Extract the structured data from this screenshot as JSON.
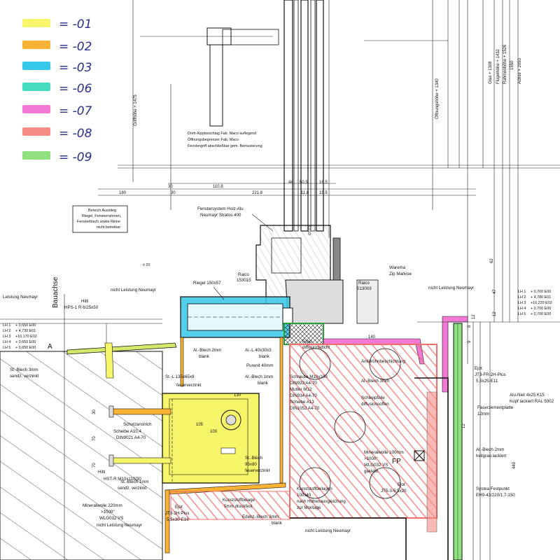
{
  "legend": [
    {
      "code": "= -01",
      "color": "#f7f56a"
    },
    {
      "code": "= -02",
      "color": "#f9b233"
    },
    {
      "code": "= -03",
      "color": "#35c8e8"
    },
    {
      "code": "= -06",
      "color": "#45dcc0"
    },
    {
      "code": "= -07",
      "color": "#f27ad6"
    },
    {
      "code": "= -08",
      "color": "#f58d86"
    },
    {
      "code": "= -09",
      "color": "#8fe07e"
    }
  ],
  "labels": {
    "beschlag": [
      "Dreh-Kippbeschlag Fab. Maco auflegend",
      "Öffnungsbegrenzer Fab. Maco",
      "Fenstergriff abschließbar gem. Bemusterung"
    ],
    "fenstersystem": [
      "Fenstersystem Holz-Alu",
      "Neumayr Stratos 400"
    ],
    "ausstieg": [
      "Bereich Ausstieg",
      "Riegel, Fensterrahmen,",
      "Fensterblech sowie Rinne",
      "nicht betreibar"
    ],
    "riegel": "Riegel 150x57",
    "raico_a": [
      "Raico",
      "153015"
    ],
    "raico_b": [
      "Raico",
      "013003"
    ],
    "warema": [
      "Warema",
      "Zip Markise"
    ],
    "nicht_leistung": "nicht Leistung Neumayr",
    "leistung": "Leistung Neumayr",
    "bauachse": "Bauachse",
    "hilti_top": [
      "Hilti",
      "HPS-1 R 6/25x50"
    ],
    "al_blech_2": [
      "Al.-Blech 2mm",
      "blank"
    ],
    "al_l": [
      "Al.-L 40x30x3",
      "blank"
    ],
    "purenit": "Purenit 40mm",
    "al_blech_1": [
      "Al.-Blech 1mm",
      "blank"
    ],
    "folie": [
      "Folie",
      "diffusionsdicht"
    ],
    "antidroehn": "Antidröhnbeschichtung",
    "st_blech_3": [
      "St.-Blech 3mm",
      "sendz. verzinkt"
    ],
    "st_l": [
      "St.-L 135x65x8",
      "feuerverzinkt"
    ],
    "schraube": [
      "Schraube M10x100",
      "DIN933 A4-70",
      "Mutter M12",
      "DIN934 A4-70",
      "Scheibe A13",
      "DIN1052 A4-70"
    ],
    "al_blech_3": "Al.-Blech 3mm",
    "schleppfolie": [
      "Schleppfolie",
      "diffusionsoffen"
    ],
    "ejot_top": [
      "Ejot",
      "JT3-FR-2H-Plus",
      "5,5x25-E11"
    ],
    "alu_niet": [
      "Alu-Niet 4x25 K15",
      "Kopf lackiert RAL 5002"
    ],
    "faserzement": [
      "Faserzementplatte",
      "12mm"
    ],
    "schutzanstrich": "Schutzanstrich",
    "scheibe": [
      "Scheibe A10,4",
      "DIN9021 A4-70"
    ],
    "hilti_bottom": [
      "Hilti",
      "HST-R M10x110/30"
    ],
    "st_blech_1": [
      "St.-Blech 1mm",
      "sendz. verzinkt"
    ],
    "st_blech_small": [
      "St.-Blech",
      "95x80",
      "feuerverzinkt"
    ],
    "mineralwolle_220": [
      "Mineralwolle 220mm",
      ">1000°",
      "WLG032 VS"
    ],
    "ejot_bottom_left": [
      "Ejot",
      "JT3-2H-Plus",
      "5,5x30-E16"
    ],
    "kunststoff_1": [
      "Kunststoffbelage",
      "5mm druckfest"
    ],
    "edelst": [
      "Edelst.-Blech 3mm",
      "blank"
    ],
    "kunststoff_2": [
      "Kunststoffbeilagen",
      "100x40",
      "nach Höhenausgleichung",
      "zur Montage"
    ],
    "mineralwolle_100": [
      "Mineralwolle 100mm",
      ">1000°",
      "WLG032 VS",
      "geklebt"
    ],
    "fp": "FP",
    "ejot_js": [
      "Ejot",
      "JT5-3-5,5x20"
    ],
    "al_blech_hg": [
      "Al.-Blech 2mm",
      "hellgrau lackiert"
    ],
    "systea": [
      "Systea Festpunkt",
      "EH9-43/220/1,7-150"
    ],
    "nicht_leistung_bottom": "nicht Leistung Neumayr",
    "gt01": "GT01",
    "plus20": "± 20",
    "a_mark": "A",
    "lh_left": [
      "LH 1",
      "LH 2",
      "LH 3",
      "LH 4",
      "LH 5"
    ],
    "lh_left_vals": [
      "+ 0,650 E00",
      "+ 4,730 E01",
      "+10,170 E02",
      "+ 0,650 E00",
      "+ 0,650 E00"
    ],
    "lh_right": [
      "LH 1",
      "LH 2",
      "LH 3",
      "LH 4",
      "LH 5"
    ],
    "lh_right_vals": [
      "+ 0,700 E00",
      "+ 4,780 E01",
      "+10,220 E02",
      "+ 0,700 E00",
      "+ 0,700 E00"
    ]
  },
  "dimensions": {
    "row1": [
      "180",
      "30",
      "110.8",
      "221.8",
      "44",
      "50.5",
      "16.5",
      "15.5"
    ],
    "row1b": [
      "30",
      "11.8"
    ],
    "vertical": [
      "Griffhöhe + 1475",
      "Öffnungshöhe + 1340",
      "Glas + 1308",
      "Flügelhöhe + 1432",
      "Rahmenhöhe + 1526",
      "1550",
      "Achse + 2050"
    ],
    "misc": [
      "140",
      "105",
      "130",
      "100",
      "70",
      "30",
      "70",
      "9",
      "12",
      "47",
      "62",
      "12",
      "440",
      "12",
      "8"
    ]
  }
}
